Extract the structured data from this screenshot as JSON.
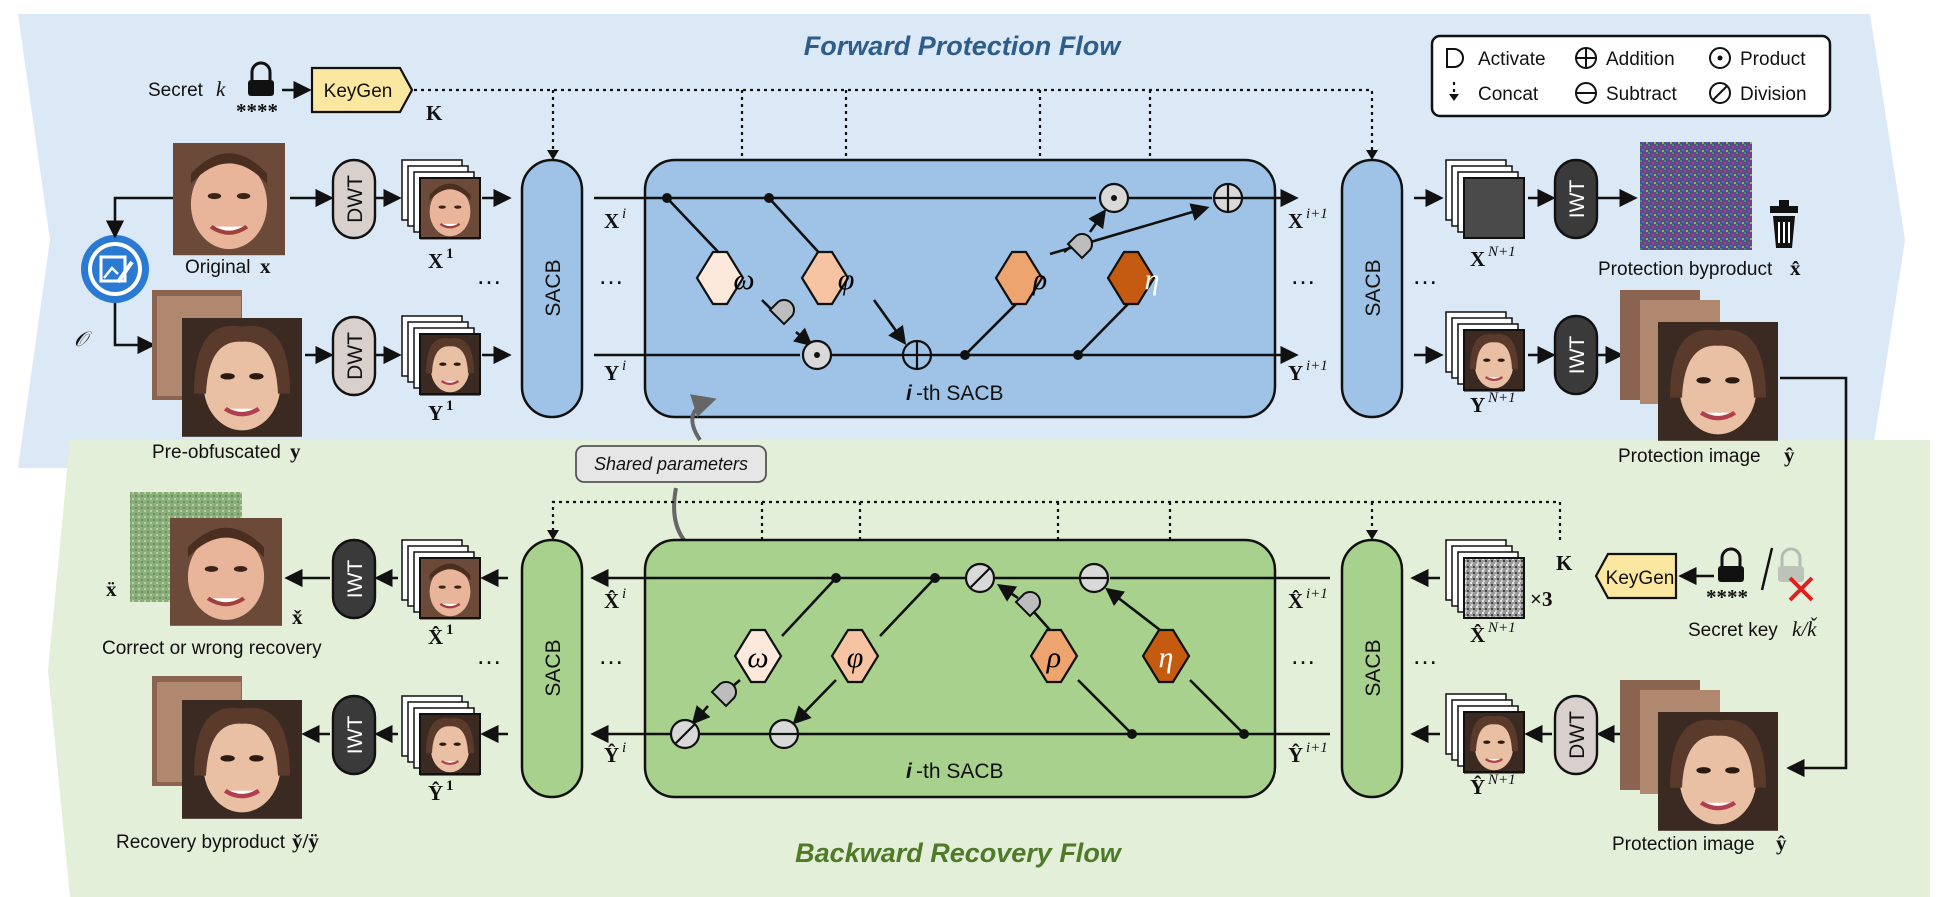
{
  "titles": {
    "forward": "Forward Protection Flow",
    "backward": "Backward Recovery Flow"
  },
  "colors": {
    "forward_bg": "#dbe8f6",
    "backward_bg": "#e3efd9",
    "forward_block": "#9fc3e7",
    "backward_block": "#a8d18d",
    "keygen": "#fbe7a0",
    "omega_fill": "#fde9dc",
    "phi_fill": "#f6c4a2",
    "rho_fill": "#eea46f",
    "eta_fill": "#c55a11",
    "forward_title": "#2f5d8a",
    "backward_title": "#4f7a28",
    "wrong_mark": "#e02020"
  },
  "legend": {
    "activate": "Activate",
    "addition": "Addition",
    "product": "Product",
    "concat": "Concat",
    "subtract": "Subtract",
    "division": "Division"
  },
  "forward": {
    "secret_label": "Secret",
    "secret_var": "k",
    "stars": "****",
    "keygen": "KeyGen",
    "key_var": "K",
    "original_label": "Original",
    "original_var": "x",
    "preobf_label": "Pre-obfuscated",
    "preobf_var": "y",
    "obf_var": "𝒪",
    "dwt": "DWT",
    "iwt": "IWT",
    "sacb": "SACB",
    "x1": "X",
    "x1_sup": "1",
    "y1": "Y",
    "y1_sup": "1",
    "xi": "X",
    "xi_sup": "i",
    "yi": "Y",
    "yi_sup": "i",
    "xi1": "X",
    "xi1_sup": "i+1",
    "yi1": "Y",
    "yi1_sup": "i+1",
    "xn1": "X",
    "xn1_sup": "N+1",
    "yn1": "Y",
    "yn1_sup": "N+1",
    "block_label_i": "i",
    "block_label": "-th SACB",
    "byproduct_label": "Protection byproduct",
    "byproduct_var": "x̂",
    "protection_label": "Protection image",
    "protection_var": "ŷ",
    "omega": "ω",
    "phi": "φ",
    "rho": "ρ",
    "eta": "η",
    "ellipsis": "…"
  },
  "shared": "Shared parameters",
  "backward": {
    "iwt": "IWT",
    "dwt": "DWT",
    "sacb": "SACB",
    "keygen": "KeyGen",
    "key_var": "K",
    "stars": "****",
    "times3": "×3",
    "secret_key_label": "Secret key",
    "secret_key_var": "k/ǩ",
    "x_dd": "ẍ",
    "x_check": "x̌",
    "correct_label": "Correct or wrong recovery",
    "byproduct_label": "Recovery byproduct",
    "byproduct_var": "y̌/ÿ",
    "protection_label": "Protection image",
    "protection_var": "ŷ",
    "x1": "X̂",
    "x1_sup": "1",
    "y1": "Ŷ",
    "y1_sup": "1",
    "xi": "X̂",
    "xi_sup": "i",
    "yi": "Ŷ",
    "yi_sup": "i",
    "xi1": "X̂",
    "xi1_sup": "i+1",
    "yi1": "Ŷ",
    "yi1_sup": "i+1",
    "xn1": "X̂",
    "xn1_sup": "N+1",
    "yn1": "Ŷ",
    "yn1_sup": "N+1",
    "block_label_i": "i",
    "block_label": "-th SACB",
    "omega": "ω",
    "phi": "φ",
    "rho": "ρ",
    "eta": "η",
    "ellipsis": "…"
  }
}
